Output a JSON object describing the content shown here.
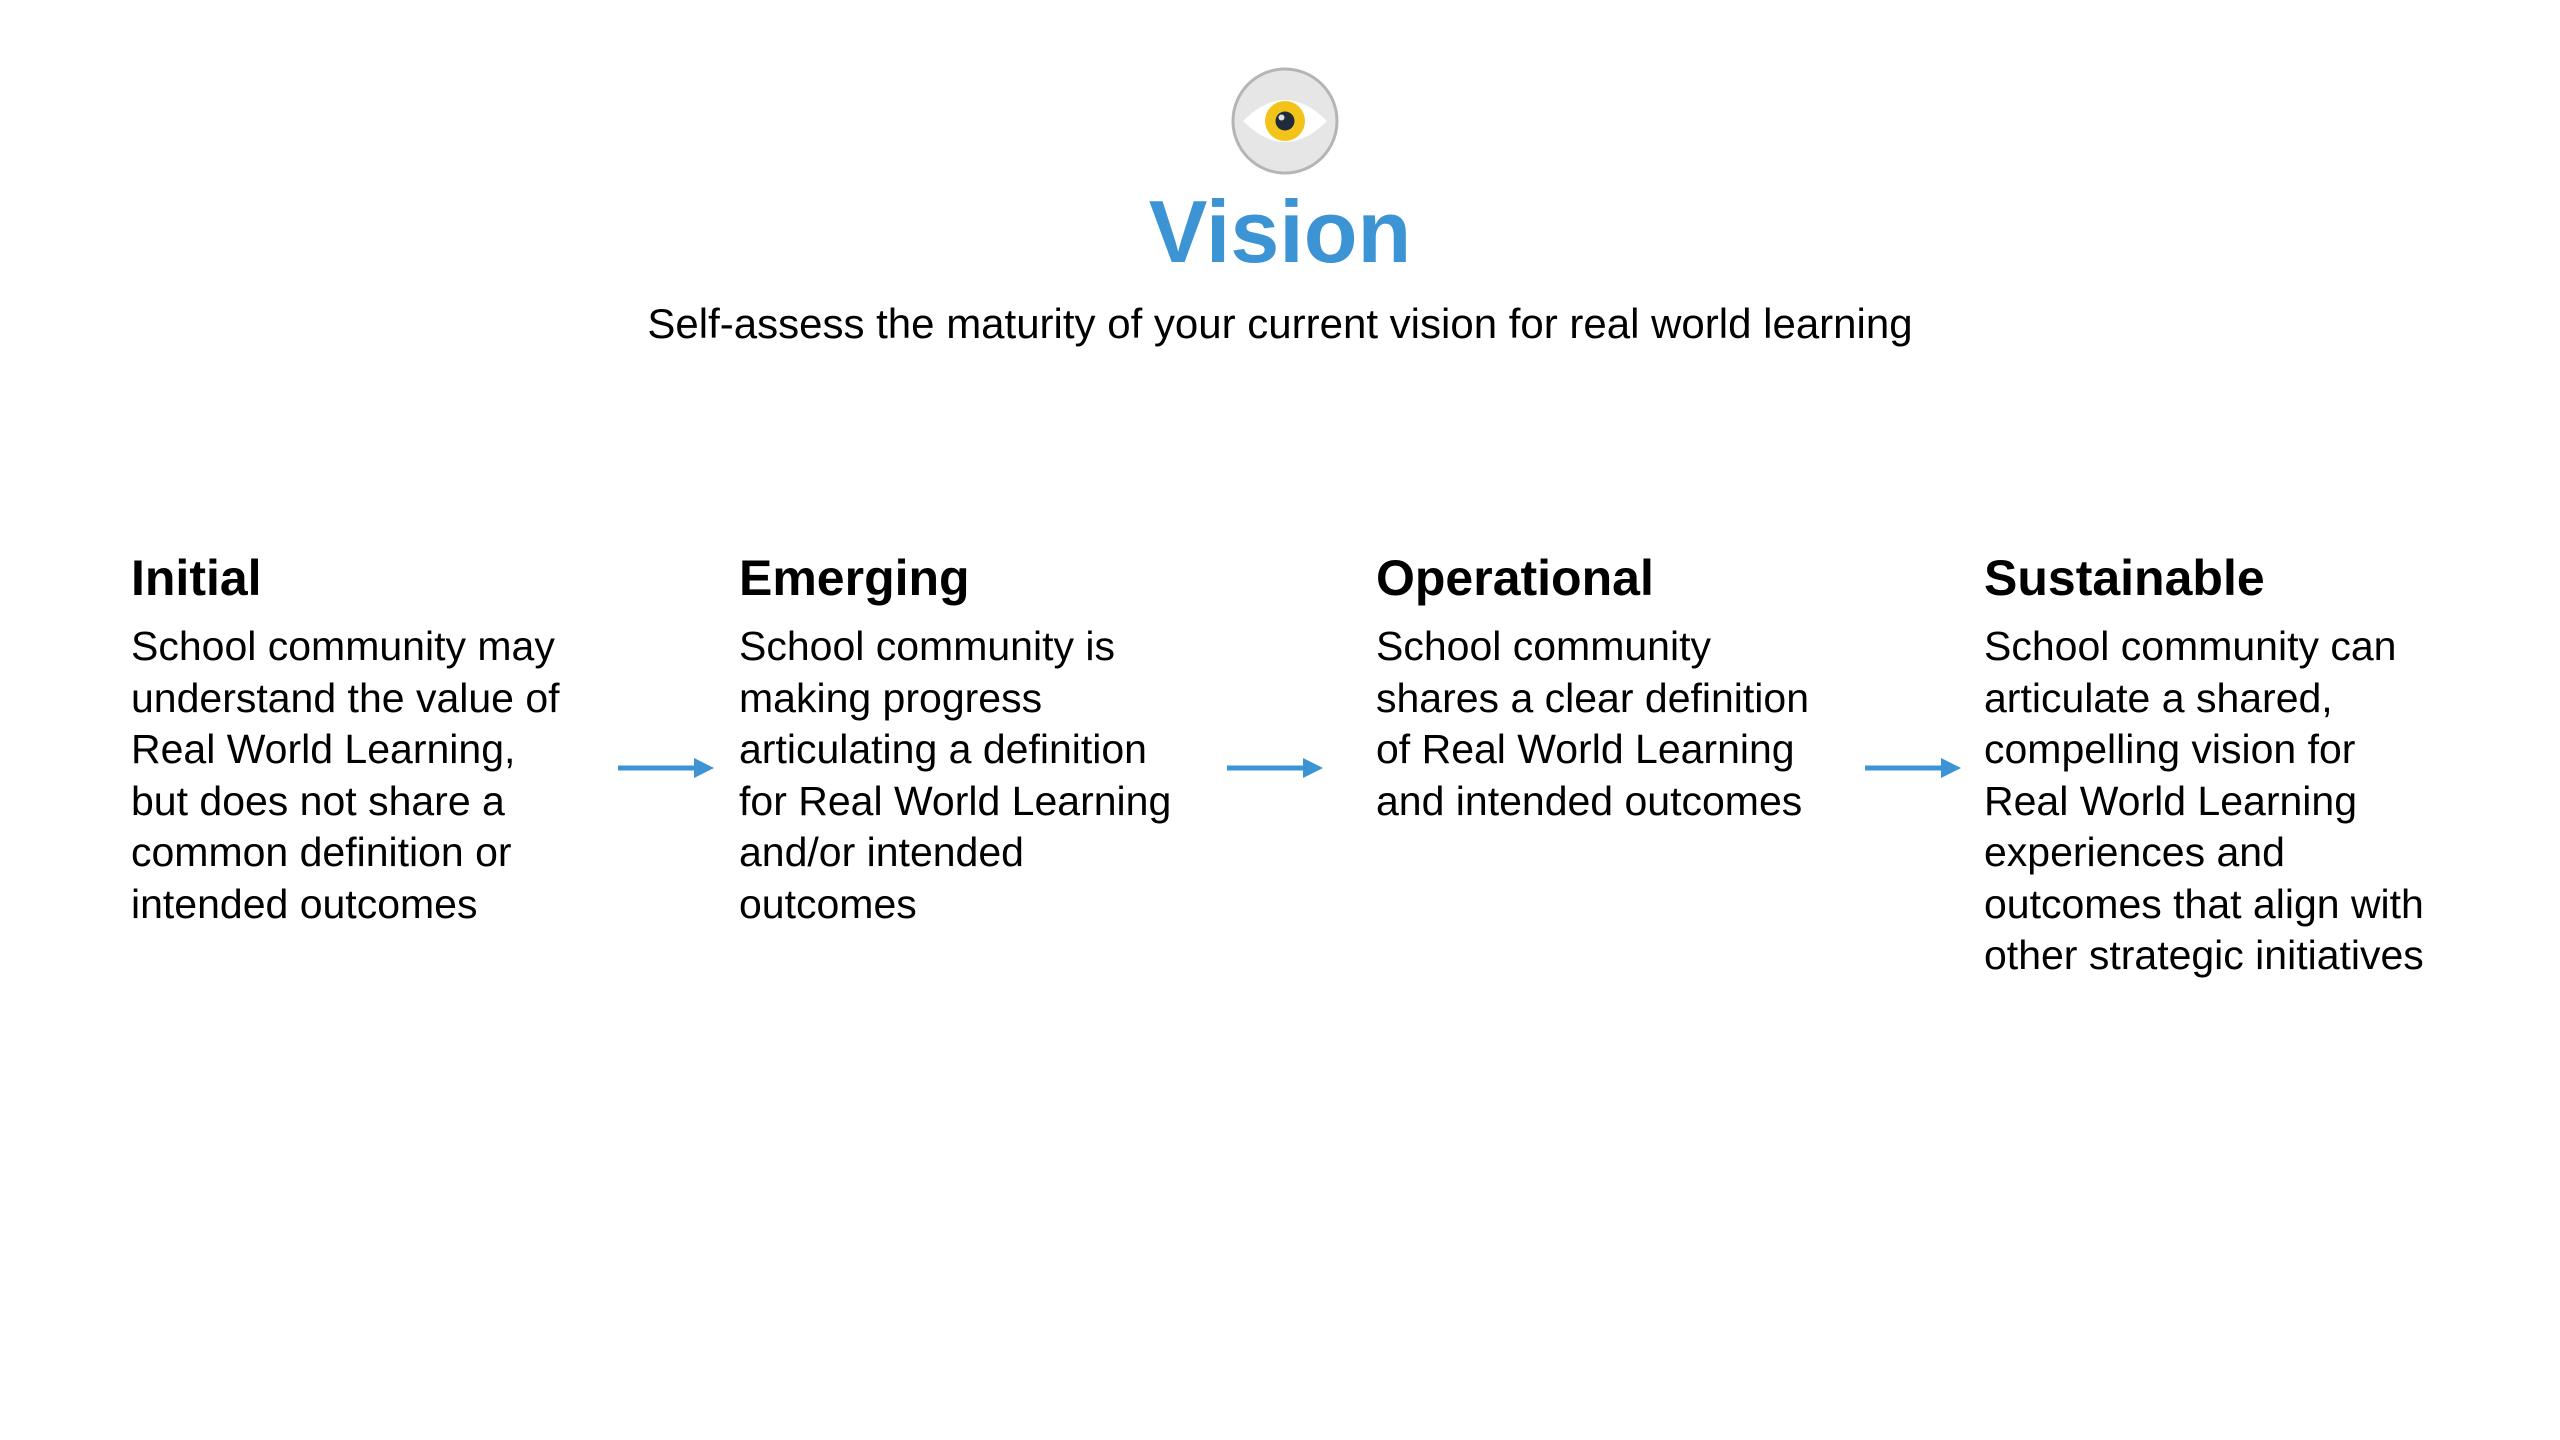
{
  "header": {
    "icon": "eye-icon",
    "title": "Vision",
    "subtitle": "Self-assess the maturity of your current vision for real world learning"
  },
  "colors": {
    "accent": "#3d94d4",
    "icon_bg": "#e6e6e6",
    "icon_ring": "#b5b5b5",
    "iris": "#f2c41a",
    "pupil": "#1f2a3a"
  },
  "stages": [
    {
      "title": "Initial",
      "description": "School community may\nunderstand the value of\nReal World Learning,\nbut does not share a\ncommon definition or\nintended outcomes"
    },
    {
      "title": "Emerging",
      "description": "School community is\nmaking progress\narticulating a definition\nfor Real World Learning\nand/or intended\noutcomes"
    },
    {
      "title": "Operational",
      "description": "School community\nshares a clear definition\nof Real World Learning\nand intended outcomes"
    },
    {
      "title": "Sustainable",
      "description": "School community can\narticulate a shared,\ncompelling vision for\nReal World Learning\nexperiences and\noutcomes that align with\nother strategic initiatives"
    }
  ],
  "connectors": [
    "arrow-right-icon",
    "arrow-right-icon",
    "arrow-right-icon"
  ]
}
